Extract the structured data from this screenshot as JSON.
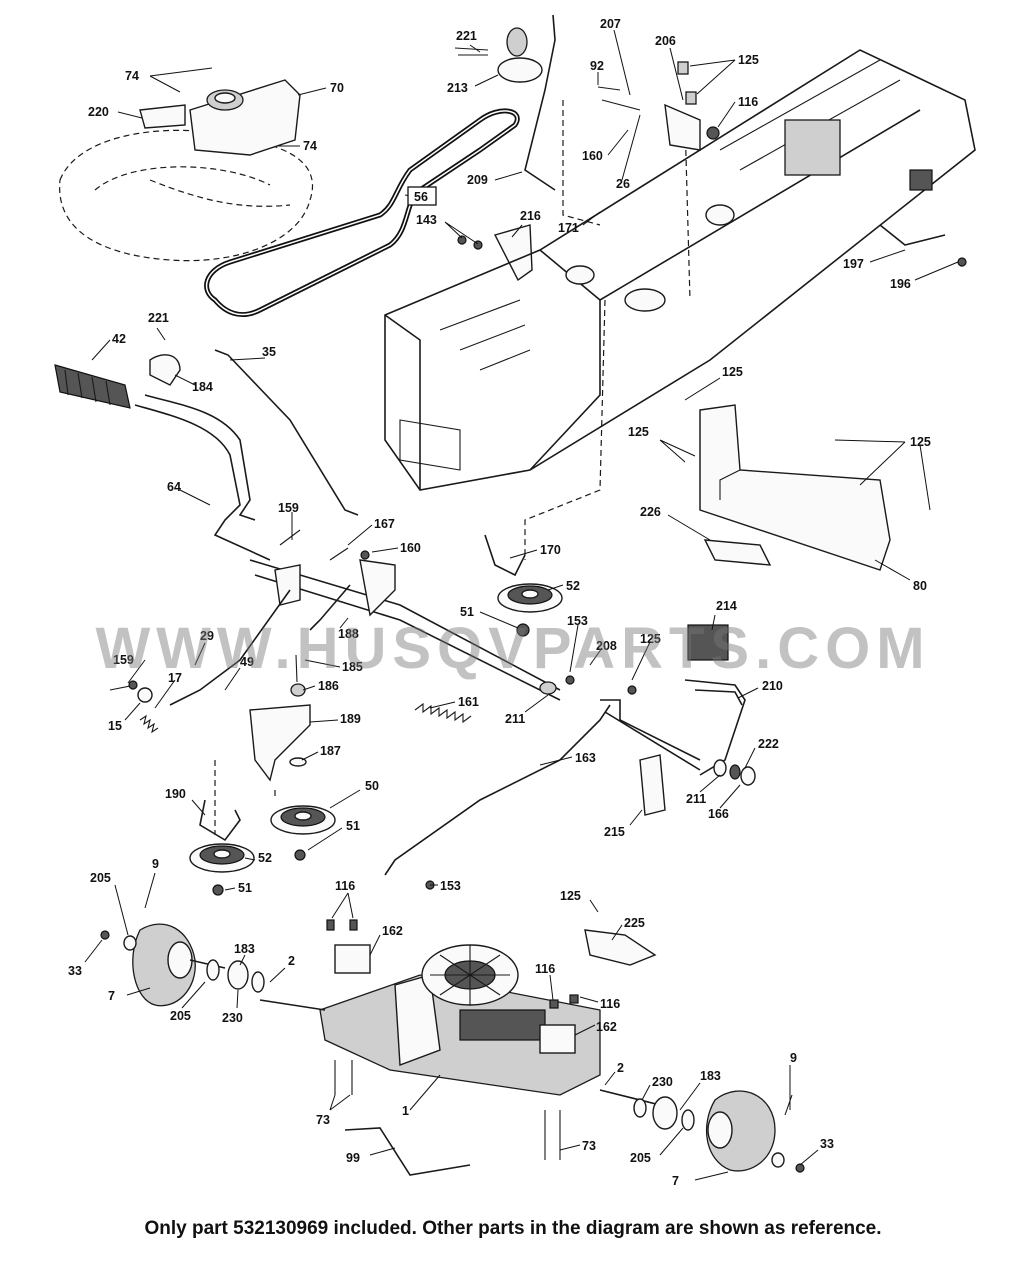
{
  "watermark": "WWW.HUSQVPARTS.COM",
  "footer_note": "Only part 532130969 included. Other parts in the diagram are shown as reference.",
  "highlighted_part": "56",
  "callouts": {
    "c74a": "74",
    "c70": "70",
    "c220": "220",
    "c74b": "74",
    "c221a": "221",
    "c213": "213",
    "c209": "209",
    "c56": "56",
    "c207": "207",
    "c92": "92",
    "c206": "206",
    "c125a": "125",
    "c116a": "116",
    "c160a": "160",
    "c26": "26",
    "c143": "143",
    "c216": "216",
    "c171": "171",
    "c197": "197",
    "c196": "196",
    "c221b": "221",
    "c42": "42",
    "c35": "35",
    "c184": "184",
    "c125b": "125",
    "c125c": "125",
    "c125d": "125",
    "c64": "64",
    "c159a": "159",
    "c167": "167",
    "c160b": "160",
    "c226": "226",
    "c80": "80",
    "c170": "170",
    "c52a": "52",
    "c51a": "51",
    "c29": "29",
    "c188": "188",
    "c159b": "159",
    "c17": "17",
    "c49": "49",
    "c185": "185",
    "c15": "15",
    "c186": "186",
    "c189": "189",
    "c187": "187",
    "c153a": "153",
    "c208": "208",
    "c125e": "125",
    "c214": "214",
    "c161": "161",
    "c211a": "211",
    "c210": "210",
    "c163": "163",
    "c222": "222",
    "c211b": "211",
    "c166": "166",
    "c215": "215",
    "c190": "190",
    "c50": "50",
    "c51b": "51",
    "c52b": "52",
    "c51c": "51",
    "c153b": "153",
    "c9a": "9",
    "c205a": "205",
    "c116b": "116",
    "c162a": "162",
    "c125f": "125",
    "c225": "225",
    "c33a": "33",
    "c183a": "183",
    "c2a": "2",
    "c7a": "7",
    "c205b": "205",
    "c230a": "230",
    "c116c": "116",
    "c116d": "116",
    "c162b": "162",
    "c1": "1",
    "c2b": "2",
    "c73a": "73",
    "c230b": "230",
    "c183b": "183",
    "c9b": "9",
    "c73b": "73",
    "c99": "99",
    "c205c": "205",
    "c33b": "33",
    "c7b": "7"
  }
}
